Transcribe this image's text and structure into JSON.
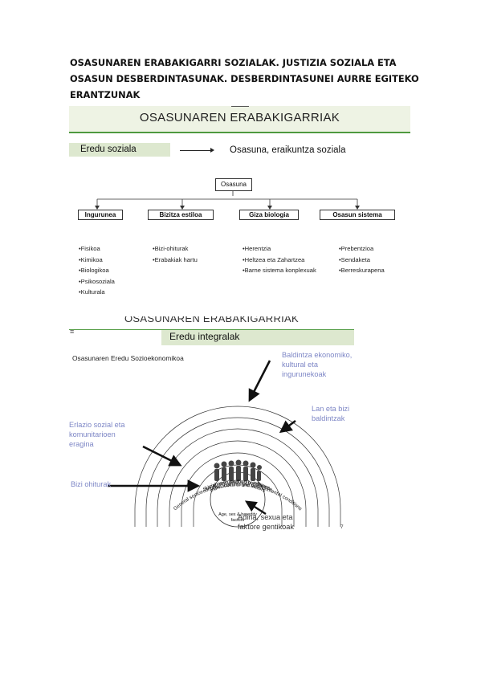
{
  "document": {
    "title": "OSASUNAREN ERABAKIGARRI SOZIALAK. JUSTIZIA SOZIALA ETA OSASUN DESBERDINTASUNAK. DESBERDINTASUNEI AURRE EGITEKO ERANTZUNAK"
  },
  "slide1": {
    "title": "OSASUNAREN ERABAKIGARRIAK",
    "model_label": "Eredu soziala",
    "model_result": "Osasuna, eraikuntza soziala",
    "root": "Osasuna",
    "categories": [
      {
        "name": "Ingurunea",
        "items": [
          "Fisikoa",
          "Kimikoa",
          "Biologikoa",
          "Psikosoziala",
          "Kulturala"
        ]
      },
      {
        "name": "Bizitza estiloa",
        "items": [
          "Bizi-ohiturak",
          "Erabakiak hartu"
        ]
      },
      {
        "name": "Giza biologia",
        "items": [
          "Herentzia",
          "Heltzea eta Zahartzea",
          "Barne sistema konplexuak"
        ]
      },
      {
        "name": "Osasun sistema",
        "items": [
          "Prebentzioa",
          "Sendaketa",
          "Berreskurapena"
        ]
      }
    ],
    "colors": {
      "band": "#eef3e4",
      "accent": "#4f9a3f",
      "box": "#dde8cf"
    }
  },
  "slide2": {
    "title": "OSASUNAREN ERABAKIGARRIAK",
    "subtitle": "Eredu integralak",
    "heading": "Osasunaren Eredu Sozioekonomikoa",
    "page_number": "7",
    "layers": [
      "General socioeconomic, cultural and environmental conditions",
      "Living and working conditions",
      "Social and community influence",
      "Individual lifestyle factors"
    ],
    "core_label": "Age, sex & heredity factors",
    "annotations": {
      "economic": "Baldintza ekonomiko, kultural eta ingurunekoak",
      "work": "Lan eta bizi baldintzak",
      "social": "Erlazio sozial eta komunitarioen eragina",
      "habits": "Bizi ohiturak",
      "biology": "Adina, sexua eta faktore gentikoak"
    },
    "colors": {
      "annotation": "#7e87c6",
      "accent": "#4f9a3f",
      "box": "#dde8cf"
    }
  }
}
